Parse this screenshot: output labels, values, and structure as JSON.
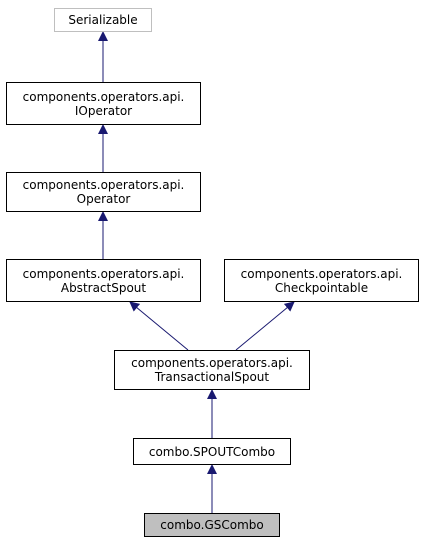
{
  "nodes": {
    "serializable": {
      "line1": "Serializable"
    },
    "ioperator": {
      "line1": "components.operators.api.",
      "line2": "IOperator"
    },
    "operator": {
      "line1": "components.operators.api.",
      "line2": "Operator"
    },
    "abstract_spout": {
      "line1": "components.operators.api.",
      "line2": "AbstractSpout"
    },
    "checkpointable": {
      "line1": "components.operators.api.",
      "line2": "Checkpointable"
    },
    "transactional_spout": {
      "line1": "components.operators.api.",
      "line2": "TransactionalSpout"
    },
    "spout_combo": {
      "line1": "combo.SPOUTCombo"
    },
    "gs_combo": {
      "line1": "combo.GSCombo"
    }
  },
  "colors": {
    "arrow": "#191970",
    "node_border": "#000000",
    "external_node_border": "#bfbfbf",
    "current_node_fill": "#bfbfbf"
  }
}
